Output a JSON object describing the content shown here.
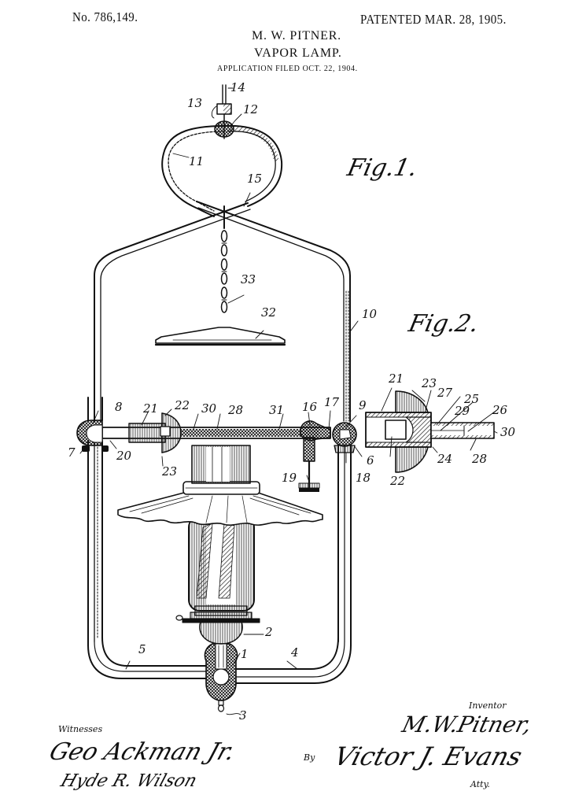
{
  "header": {
    "patent_number": "No. 786,149.",
    "patent_date": "PATENTED MAR. 28, 1905.",
    "inventor_name": "M. W. PITNER.",
    "title": "VAPOR LAMP.",
    "application": "APPLICATION FILED OCT. 22, 1904."
  },
  "figures": {
    "fig1": "Fig.1.",
    "fig2": "Fig.2."
  },
  "references": {
    "r1": "1",
    "r2": "2",
    "r3": "3",
    "r4": "4",
    "r5": "5",
    "r6": "6",
    "r7": "7",
    "r8": "8",
    "r9": "9",
    "r10": "10",
    "r11": "11",
    "r12": "12",
    "r13": "13",
    "r14": "14",
    "r15": "15",
    "r16": "16",
    "r17": "17",
    "r18": "18",
    "r19": "19",
    "r20": "20",
    "r21": "21",
    "r22": "22",
    "r23": "23",
    "r24": "24",
    "r25": "25",
    "r26": "26",
    "r27": "27",
    "r28": "28",
    "r29": "29",
    "r30": "30",
    "r31": "31",
    "r32": "32",
    "r33": "33"
  },
  "signatures": {
    "witnesses_label": "Witnesses",
    "witness1": "Geo Ackman Jr.",
    "witness2": "Hyde R. Wilson",
    "inventor_label": "Inventor",
    "inventor_signature": "M.W.Pitner,",
    "by_label": "By",
    "attorney_signature": "Victor J. Evans",
    "attorney_label": "Atty."
  }
}
